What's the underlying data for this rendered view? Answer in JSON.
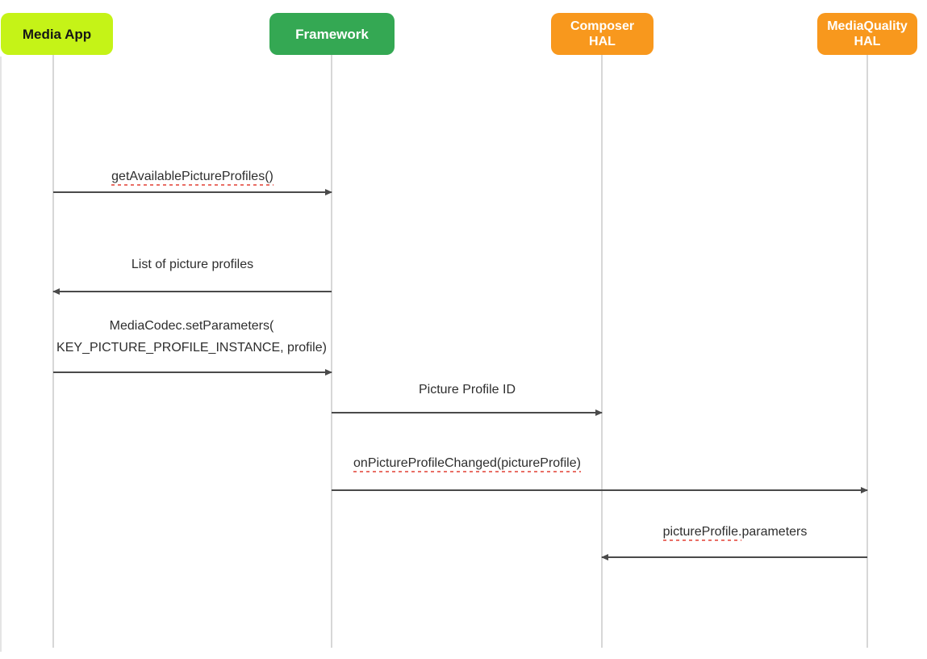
{
  "diagram_type": "sequence-diagram",
  "actors": [
    {
      "id": "media-app",
      "label": "Media App",
      "color": "#C5F317",
      "text_color": "#161616"
    },
    {
      "id": "framework",
      "label": "Framework",
      "color": "#34A853",
      "text_color": "#FFFFFF"
    },
    {
      "id": "composer-hal",
      "line1": "Composer",
      "line2": "HAL",
      "color": "#F8981D",
      "text_color": "#FFFFFF"
    },
    {
      "id": "mediaquality-hal",
      "line1": "MediaQuality",
      "line2": "HAL",
      "color": "#F8981D",
      "text_color": "#FFFFFF"
    }
  ],
  "messages": [
    {
      "from": "Media App",
      "to": "Framework",
      "direction": "right",
      "label": "getAvailablePictureProfiles()",
      "spellcheck": true
    },
    {
      "from": "Framework",
      "to": "Media App",
      "direction": "left",
      "label": "List of picture profiles",
      "spellcheck": false
    },
    {
      "from": "Media App",
      "to": "Framework",
      "direction": "right",
      "label_line1": "MediaCodec.setParameters(",
      "label_line2": "KEY_PICTURE_PROFILE_INSTANCE, profile)",
      "spellcheck": false
    },
    {
      "from": "Framework",
      "to": "Composer HAL",
      "direction": "right",
      "label": "Picture Profile ID",
      "spellcheck": false
    },
    {
      "from": "Framework",
      "to": "MediaQuality HAL",
      "direction": "right",
      "label": "onPictureProfileChanged(pictureProfile)",
      "spellcheck": true
    },
    {
      "from": "MediaQuality HAL",
      "to": "Composer HAL",
      "direction": "left",
      "label_marked": "pictureProfile.",
      "label_rest": "parameters",
      "spellcheck": "partial"
    }
  ],
  "colors": {
    "actor_media_app": "#C5F317",
    "actor_framework": "#34A853",
    "actor_hal": "#F8981D",
    "arrow": "#4A4A4A",
    "lifeline": "#D7D7D7",
    "page_edge": "#E4E4E4",
    "label_text": "#2E2E2E",
    "spellcheck_underline": "#E96F66",
    "background": "#FFFFFF"
  }
}
